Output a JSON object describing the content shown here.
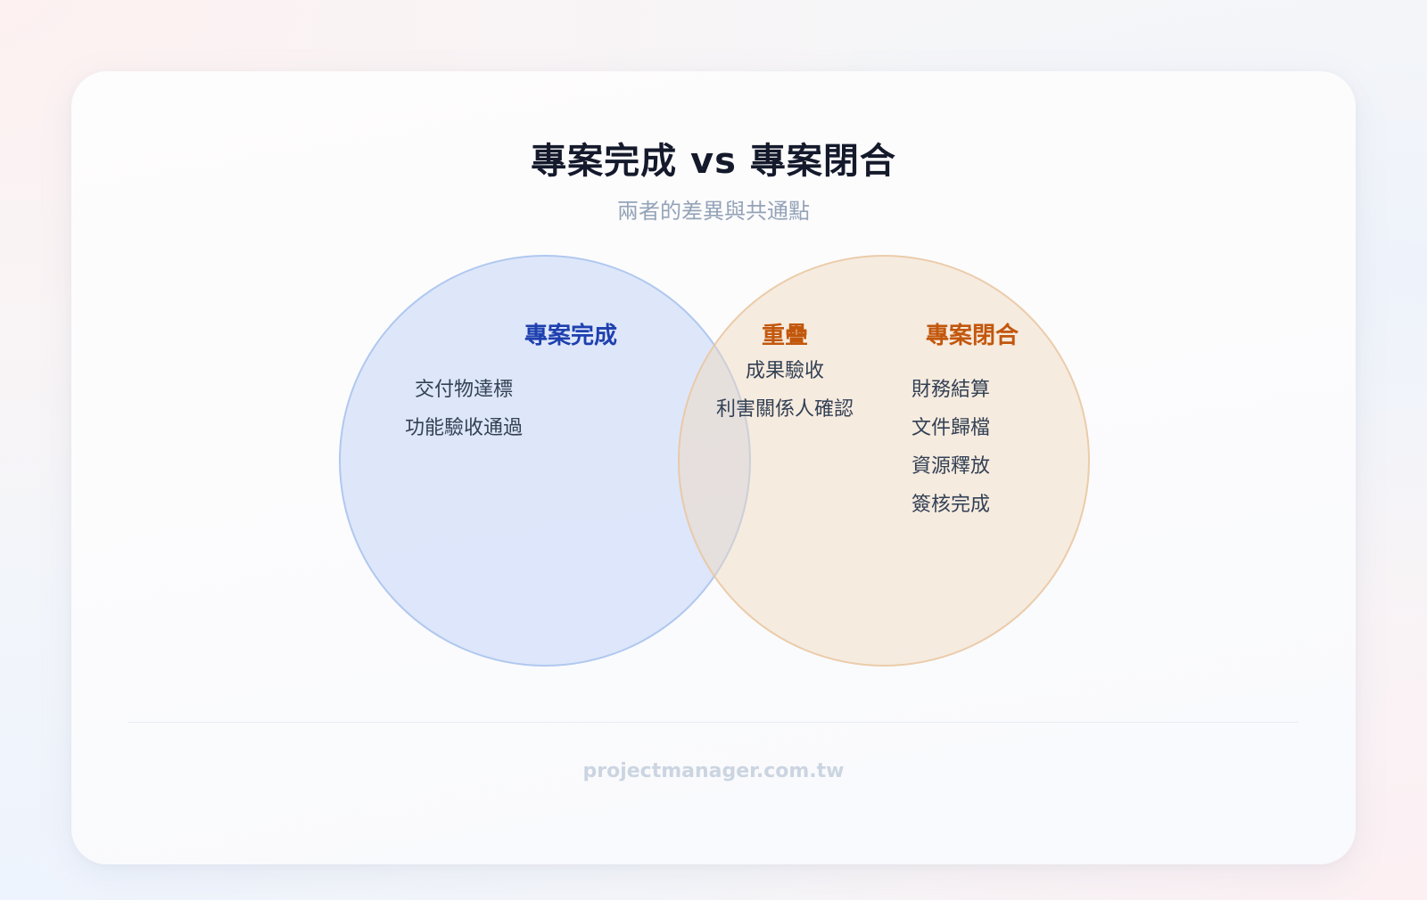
{
  "header": {
    "title": "專案完成 vs 專案閉合",
    "subtitle": "兩者的差異與共通點"
  },
  "venn": {
    "left": {
      "label": "專案完成",
      "color": "#1e40af",
      "items": [
        "交付物達標",
        "功能驗收通過"
      ]
    },
    "overlap": {
      "label": "重疊",
      "color": "#c2570c",
      "items": [
        "成果驗收",
        "利害關係人確認"
      ]
    },
    "right": {
      "label": "專案閉合",
      "color": "#c2570c",
      "items": [
        "財務結算",
        "文件歸檔",
        "資源釋放",
        "簽核完成"
      ]
    }
  },
  "footer": {
    "text": "projectmanager.com.tw"
  }
}
